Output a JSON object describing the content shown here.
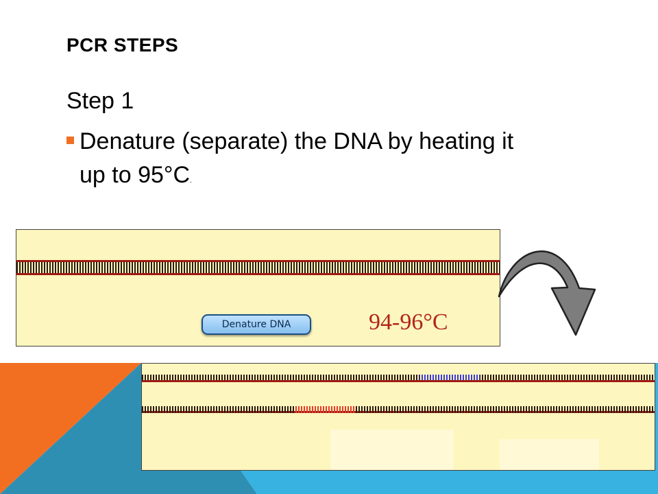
{
  "slide": {
    "title": "PCR STEPS",
    "step_heading": "Step 1",
    "bullet": {
      "line1": "Denature (separate) the DNA by heating it",
      "line2": "up to 95°C",
      "tail": "."
    }
  },
  "animation": {
    "button_label": "Denature DNA",
    "temperature_label": "94-96°C"
  },
  "colors": {
    "accent_orange": "#f26f21",
    "accent_teal": "#2f8fb3",
    "accent_blue": "#38b2e0",
    "panel_bg": "#fdf6be",
    "strand_red": "#a01a12",
    "arrow_gray": "#7d7d7d"
  },
  "icons": {
    "curved_arrow": "curved-arrow-icon",
    "bullet": "square-bullet-icon"
  }
}
